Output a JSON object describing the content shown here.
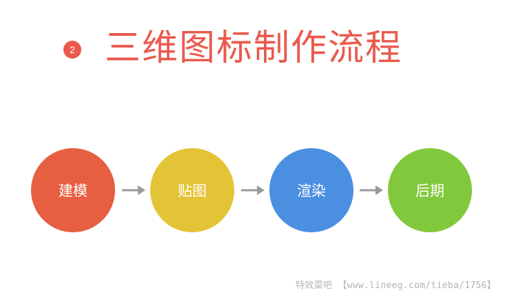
{
  "header": {
    "badge": "2",
    "title": "三维图标制作流程"
  },
  "colors": {
    "accent": "#e95a4d",
    "arrow": "#9a9a9a"
  },
  "flow": {
    "steps": [
      {
        "label": "建模",
        "color": "#e65f40"
      },
      {
        "label": "贴图",
        "color": "#e4c437"
      },
      {
        "label": "渲染",
        "color": "#4a8fe0"
      },
      {
        "label": "后期",
        "color": "#82c83c"
      }
    ]
  },
  "watermark": "特效菜吧 【www.lineeg.com/tieba/1756】"
}
